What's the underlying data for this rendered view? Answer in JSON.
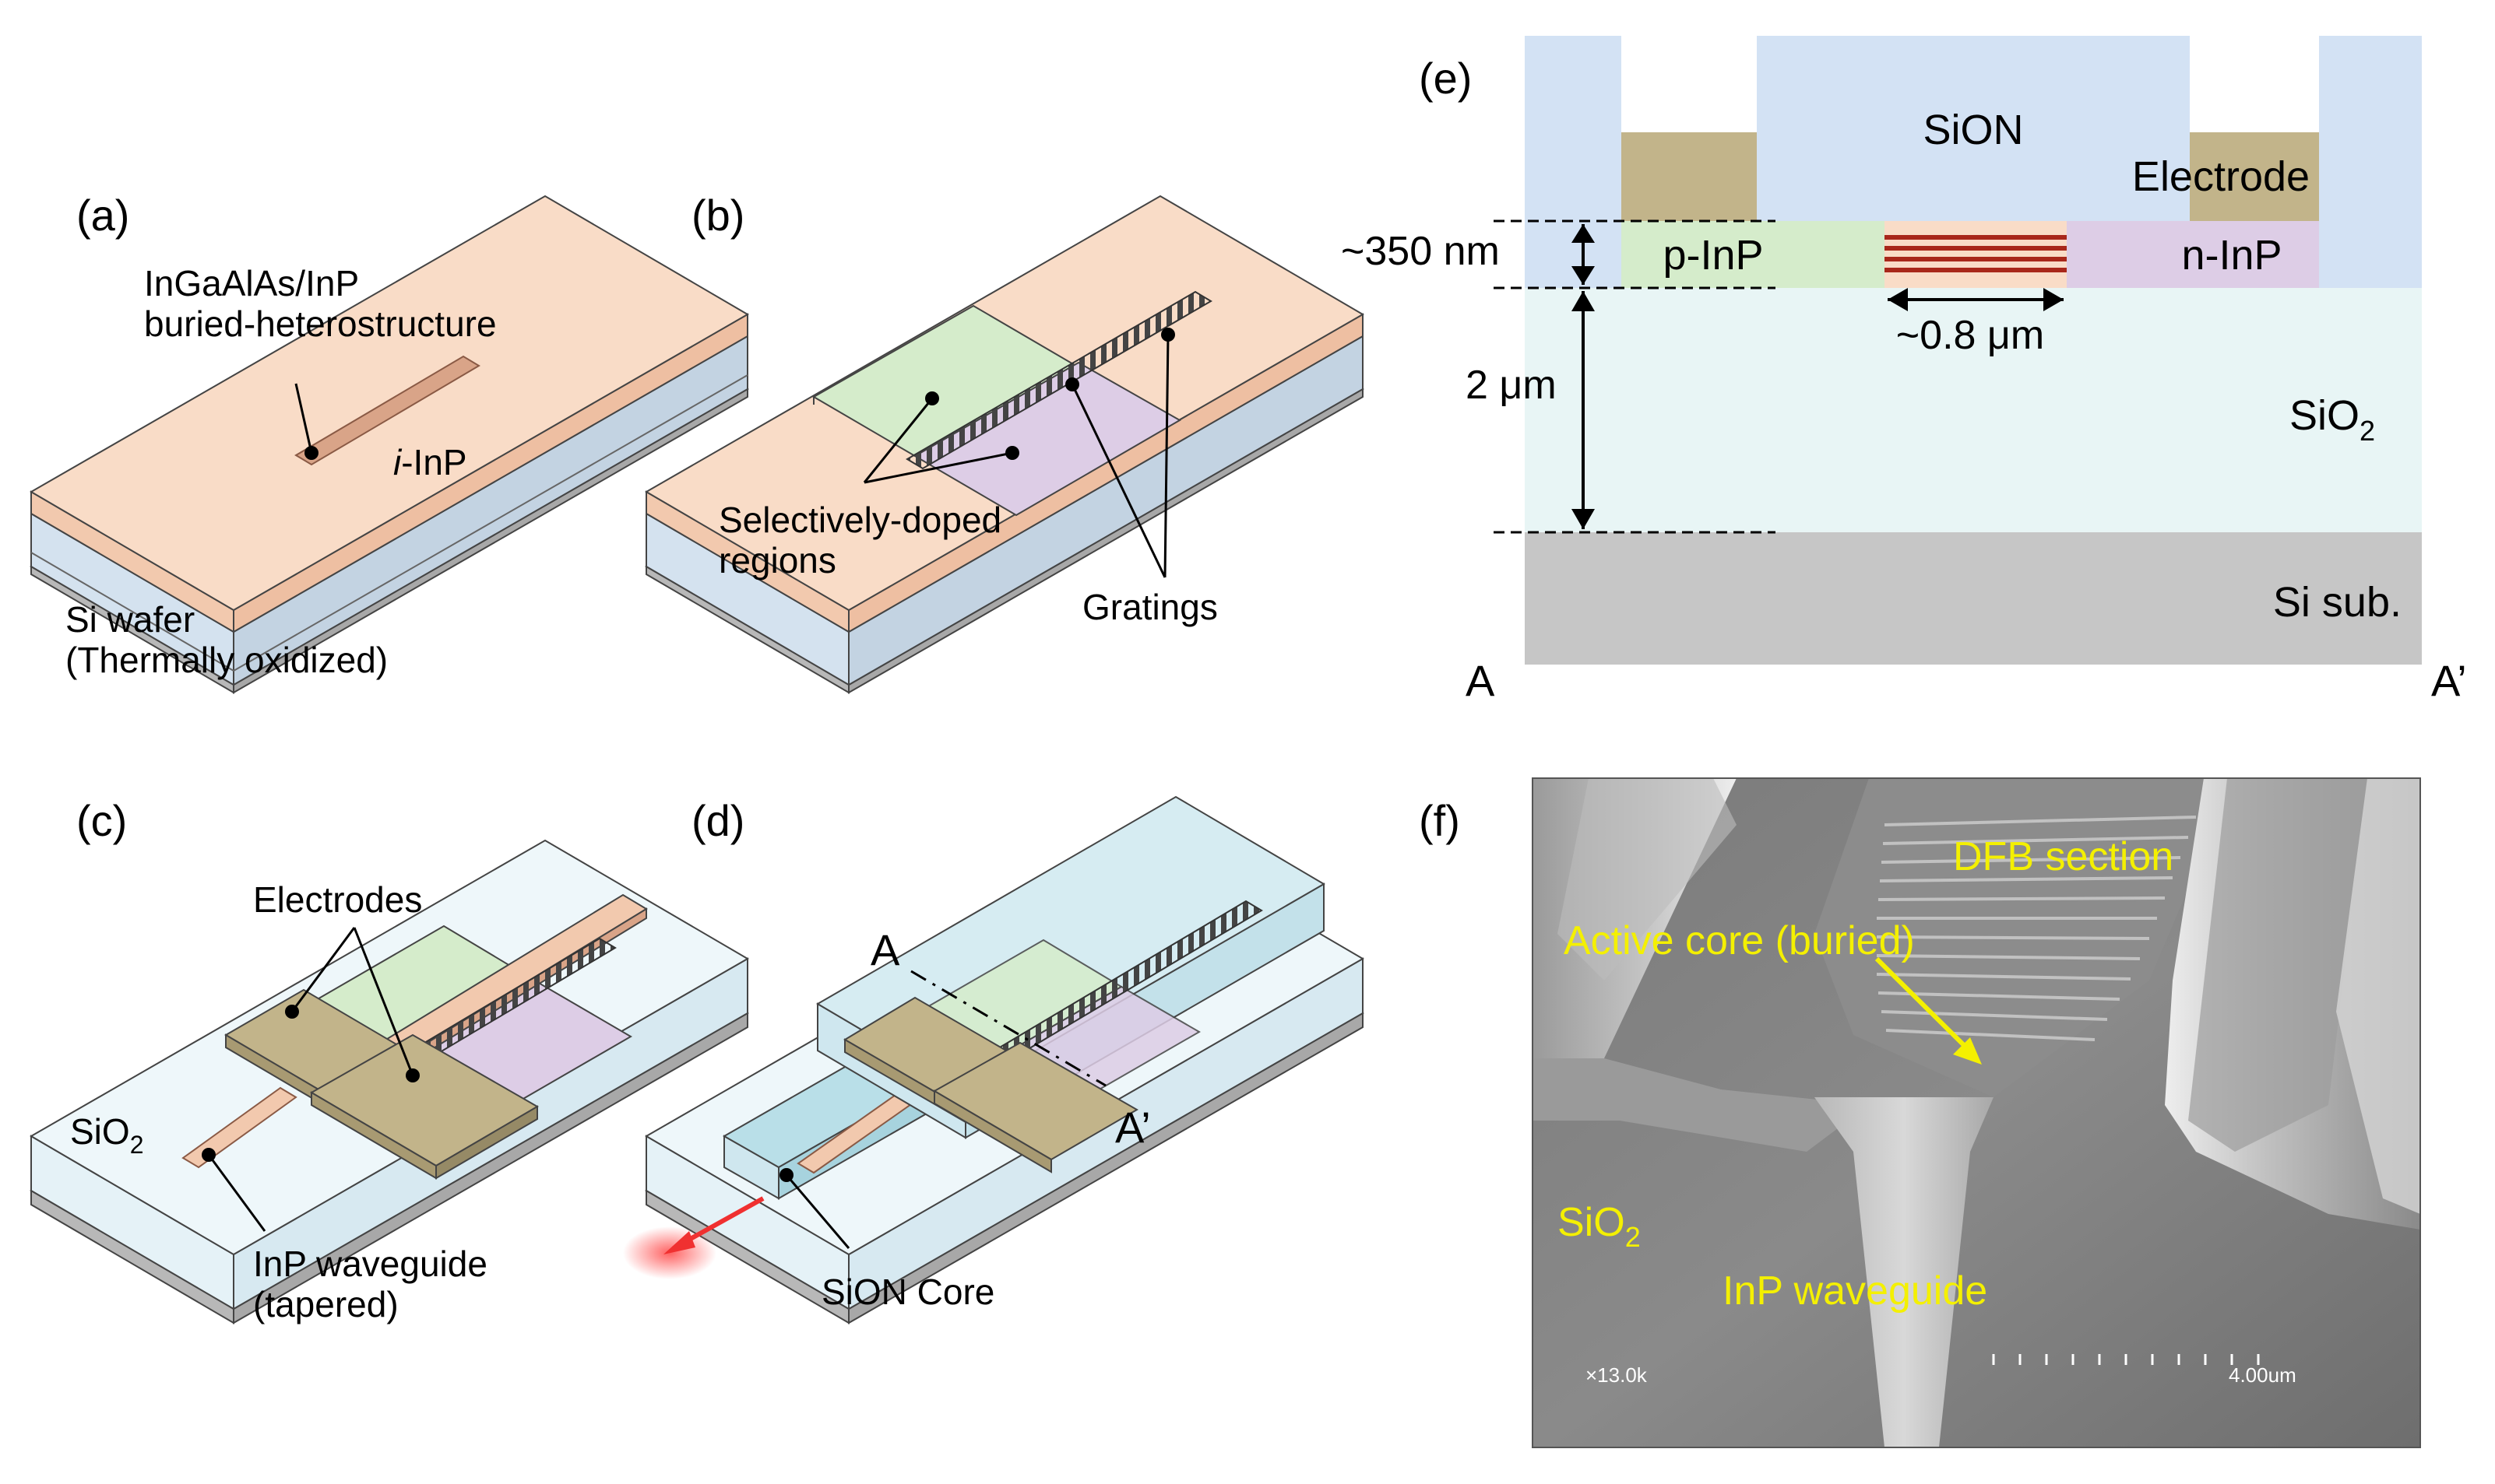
{
  "panel_labels": {
    "a": "(a)",
    "b": "(b)",
    "c": "(c)",
    "d": "(d)",
    "e": "(e)",
    "f": "(f)"
  },
  "panel_a": {
    "structure_line1": "InGaAlAs/InP",
    "structure_line2": "buried-heterostructure",
    "layer_italic": "i",
    "layer_rest": "-InP",
    "wafer_line1": "Si wafer",
    "wafer_line2": "(Thermally oxidized)"
  },
  "panel_b": {
    "doped_line1": "Selectively-doped",
    "doped_line2": "regions",
    "gratings": "Gratings"
  },
  "panel_c": {
    "electrodes": "Electrodes",
    "sio2_base": "SiO",
    "sio2_sub": "2",
    "waveguide_line1": "InP waveguide",
    "waveguide_line2": "(tapered)"
  },
  "panel_d": {
    "section_a": "A",
    "section_a_prime": "A’",
    "core": "SiON Core"
  },
  "panel_e": {
    "sion": "SiON",
    "electrode": "Electrode",
    "p_inp": "p-InP",
    "n_inp": "n-InP",
    "thickness": "~350 nm",
    "width": "~0.8 μm",
    "box_thickness": "2 μm",
    "sio2_base": "SiO",
    "sio2_sub": "2",
    "substrate": "Si sub.",
    "left_end": "A",
    "right_end": "A’"
  },
  "panel_f": {
    "dfb": "DFB section",
    "active_core": "Active core (buried)",
    "sio2_base": "SiO",
    "sio2_sub": "2",
    "waveguide": "InP waveguide",
    "magnification": "×13.0k",
    "scale": "4.00um"
  },
  "colors": {
    "inp_layer": "#f7d4bd",
    "p_doped": "#d5eccb",
    "n_doped": "#ddcde6",
    "electrode": "#c2b48a",
    "sion": "#d3e2f4",
    "sio2": "#e8f5f5",
    "substrate": "#c6c6c6",
    "laser_arrow": "#f03030",
    "sem_label": "#f4f000"
  }
}
